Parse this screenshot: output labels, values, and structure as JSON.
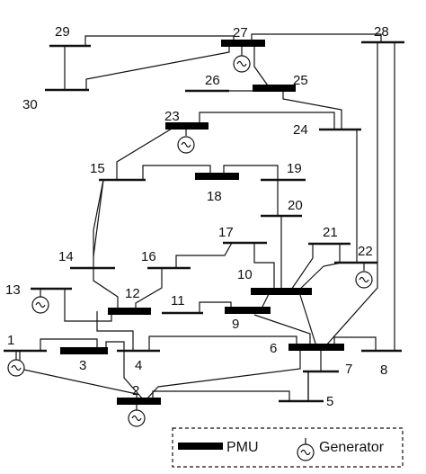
{
  "buses": [
    {
      "id": "1",
      "label": "1",
      "pmu": false,
      "generator": true
    },
    {
      "id": "2",
      "label": "2",
      "pmu": true,
      "generator": true
    },
    {
      "id": "3",
      "label": "3",
      "pmu": true,
      "generator": false
    },
    {
      "id": "4",
      "label": "4",
      "pmu": false,
      "generator": false
    },
    {
      "id": "5",
      "label": "5",
      "pmu": false,
      "generator": false
    },
    {
      "id": "6",
      "label": "6",
      "pmu": true,
      "generator": false
    },
    {
      "id": "7",
      "label": "7",
      "pmu": false,
      "generator": false
    },
    {
      "id": "8",
      "label": "8",
      "pmu": false,
      "generator": false
    },
    {
      "id": "9",
      "label": "9",
      "pmu": true,
      "generator": false
    },
    {
      "id": "10",
      "label": "10",
      "pmu": true,
      "generator": false
    },
    {
      "id": "11",
      "label": "11",
      "pmu": false,
      "generator": false
    },
    {
      "id": "12",
      "label": "12",
      "pmu": true,
      "generator": false
    },
    {
      "id": "13",
      "label": "13",
      "pmu": false,
      "generator": true
    },
    {
      "id": "14",
      "label": "14",
      "pmu": false,
      "generator": false
    },
    {
      "id": "15",
      "label": "15",
      "pmu": false,
      "generator": false
    },
    {
      "id": "16",
      "label": "16",
      "pmu": false,
      "generator": false
    },
    {
      "id": "17",
      "label": "17",
      "pmu": false,
      "generator": false
    },
    {
      "id": "18",
      "label": "18",
      "pmu": true,
      "generator": false
    },
    {
      "id": "19",
      "label": "19",
      "pmu": false,
      "generator": false
    },
    {
      "id": "20",
      "label": "20",
      "pmu": false,
      "generator": false
    },
    {
      "id": "21",
      "label": "21",
      "pmu": false,
      "generator": false
    },
    {
      "id": "22",
      "label": "22",
      "pmu": false,
      "generator": true
    },
    {
      "id": "23",
      "label": "23",
      "pmu": true,
      "generator": true
    },
    {
      "id": "24",
      "label": "24",
      "pmu": false,
      "generator": false
    },
    {
      "id": "25",
      "label": "25",
      "pmu": true,
      "generator": false
    },
    {
      "id": "26",
      "label": "26",
      "pmu": false,
      "generator": false
    },
    {
      "id": "27",
      "label": "27",
      "pmu": true,
      "generator": true
    },
    {
      "id": "28",
      "label": "28",
      "pmu": false,
      "generator": false
    },
    {
      "id": "29",
      "label": "29",
      "pmu": false,
      "generator": false
    },
    {
      "id": "30",
      "label": "30",
      "pmu": false,
      "generator": false
    }
  ],
  "legend": {
    "pmu_label": "PMU",
    "generator_label": "Generator"
  },
  "colors": {
    "line": "#111111",
    "pmu_bar": "#000000",
    "background": "#ffffff"
  }
}
